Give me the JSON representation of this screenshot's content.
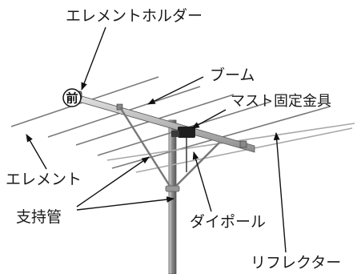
{
  "labels": {
    "element_holder": "エレメントホルダー",
    "front": "前",
    "boom": "ブーム",
    "mast_clamp": "マスト固定金具",
    "element": "エレメント",
    "support_tube": "支持管",
    "dipole": "ダイポール",
    "reflector": "リフレクター"
  },
  "colors": {
    "metal_dark": "#5a5a5a",
    "metal_light": "#b0b0b0",
    "text": "#1a1a1a"
  }
}
